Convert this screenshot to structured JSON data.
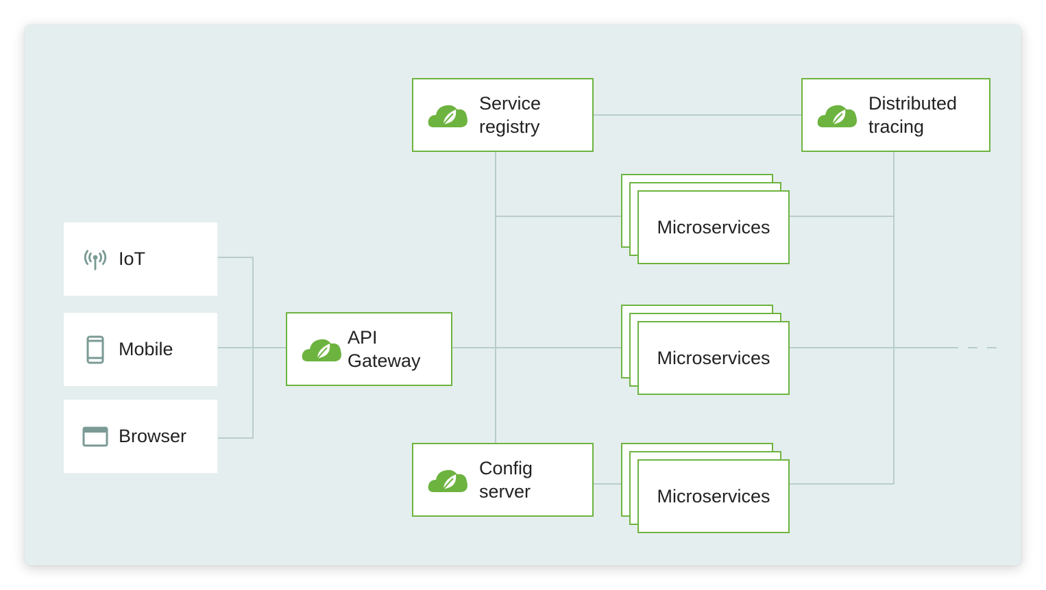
{
  "clients": [
    {
      "label": "IoT",
      "icon": "antenna-icon"
    },
    {
      "label": "Mobile",
      "icon": "mobile-phone-icon"
    },
    {
      "label": "Browser",
      "icon": "browser-window-icon"
    }
  ],
  "api_gateway": {
    "line1": "API",
    "line2": "Gateway"
  },
  "service_registry": {
    "line1": "Service",
    "line2": "registry"
  },
  "config_server": {
    "line1": "Config",
    "line2": "server"
  },
  "distributed_tracing": {
    "line1": "Distributed",
    "line2": "tracing"
  },
  "microservices": [
    "Microservices",
    "Microservices",
    "Microservices"
  ],
  "colors": {
    "accent": "#6db33f",
    "background": "#e5eeee",
    "connector": "#b9cccc",
    "icon_gray": "#7a9a94"
  }
}
